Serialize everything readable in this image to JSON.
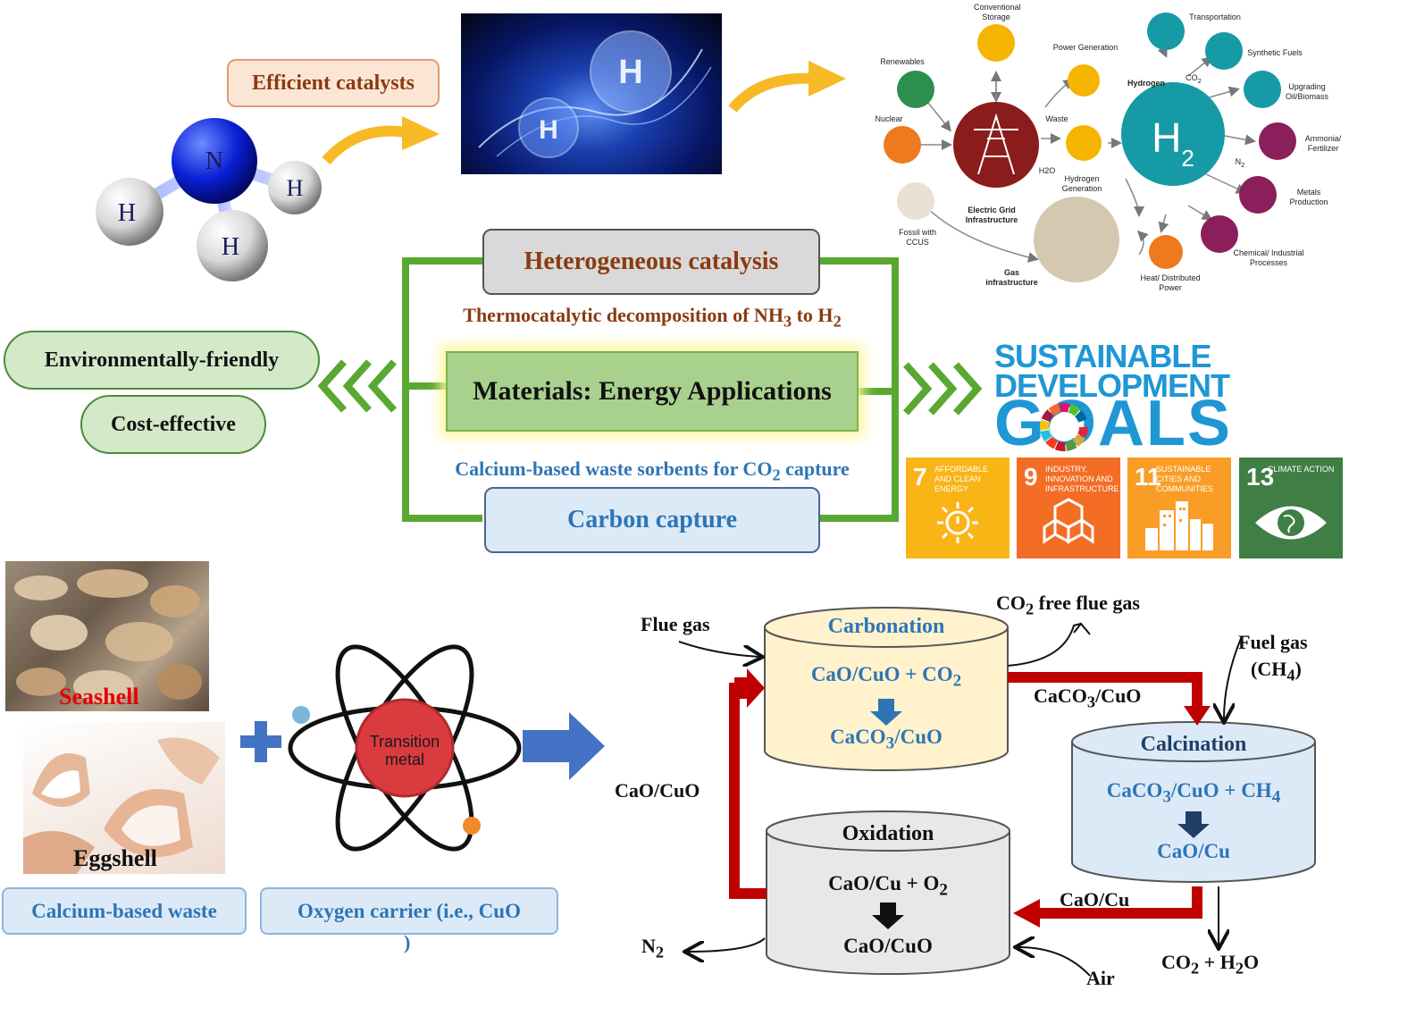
{
  "top": {
    "catalysts_label": "Efficient catalysts",
    "nh3_atoms": {
      "n": "N",
      "h": "H"
    },
    "h2_atom": "H"
  },
  "hydrogen_diagram": {
    "center": "H2",
    "center_main": "H",
    "center_sub": "2",
    "hydrogen_label": "Hydrogen",
    "grid_label": "Electric Grid Infrastructure",
    "gas_label": "Gas infrastructure",
    "nodes": {
      "conventional_storage": "Conventional Storage",
      "renewables": "Renewables",
      "power_generation": "Power Generation",
      "nuclear": "Nuclear",
      "waste": "Waste",
      "hydrogen_generation": "Hydrogen Generation",
      "fossil": "Fossil with CCUS",
      "transportation": "Transportation",
      "synthetic_fuels": "Synthetic Fuels",
      "upgrading": "Upgrading Oil/Biomass",
      "ammonia": "Ammonia/ Fertilizer",
      "metals": "Metals Production",
      "chemical": "Chemical/ Industrial Processes",
      "heat": "Heat/ Distributed Power"
    },
    "edge_labels": {
      "co2_main": "CO",
      "co2_sub": "2",
      "n2_main": "N",
      "n2_sub": "2",
      "h2o": "H2O"
    }
  },
  "center_block": {
    "hetero": "Heterogeneous catalysis",
    "thermo_main": "Thermocatalytic  decomposition of NH",
    "thermo_sub1": "3",
    "thermo_mid": " to H",
    "thermo_sub2": "2",
    "materials": "Materials: Energy Applications",
    "calcium_main": "Calcium-based  waste sorbents for CO",
    "calcium_sub": "2",
    "calcium_end": " capture",
    "carbon_capture": "Carbon capture"
  },
  "left_block": {
    "env": "Environmentally-friendly",
    "cost": "Cost-effective"
  },
  "sdg": {
    "line1": "SUSTAINABLE",
    "line2": "DEVELOPMENT",
    "line3": "GOALS",
    "tiles": [
      {
        "num": "7",
        "text": "AFFORDABLE AND CLEAN ENERGY",
        "color": "#f9b416"
      },
      {
        "num": "9",
        "text": "INDUSTRY, INNOVATION AND INFRASTRUCTURE",
        "color": "#f36d25"
      },
      {
        "num": "11",
        "text": "SUSTAINABLE CITIES AND COMMUNITIES",
        "color": "#f99d26"
      },
      {
        "num": "13",
        "text": "CLIMATE ACTION",
        "color": "#3f7e44"
      }
    ]
  },
  "materials": {
    "seashell": "Seashell",
    "eggshell": "Eggshell",
    "calcium_waste": "Calcium-based waste",
    "oxygen_carrier": "Oxygen  carrier (i.e., CuO",
    "oxygen_carrier_tail": ")",
    "transition_metal": "Transition metal"
  },
  "process": {
    "flue_gas": "Flue gas",
    "co2_free_main": "CO",
    "co2_free_sub": "2",
    "co2_free_end": " free flue gas",
    "fuel_gas": "Fuel gas",
    "fuel_gas_ch4": "(CH",
    "fuel_gas_ch4_sub": "4",
    "fuel_gas_close": ")",
    "carbonation": {
      "title": "Carbonation",
      "line1_main": "CaO/CuO + CO",
      "line1_sub": "2",
      "line2_main": "CaCO",
      "line2_sub": "3",
      "line2_end": "/CuO"
    },
    "calcination": {
      "title": "Calcination",
      "line1_a": "CaCO",
      "line1_a_sub": "3",
      "line1_b": "/CuO + CH",
      "line1_b_sub": "4",
      "line2": "CaO/Cu"
    },
    "oxidation": {
      "title": "Oxidation",
      "line1_main": "CaO/Cu + O",
      "line1_sub": "2",
      "line2": "CaO/CuO"
    },
    "caco3_cuo_main": "CaCO",
    "caco3_cuo_sub": "3",
    "caco3_cuo_end": "/CuO",
    "cao_cuo_left": "CaO/CuO",
    "cao_cu_mid": "CaO/Cu",
    "n2_main": "N",
    "n2_sub": "2",
    "air": "Air",
    "co2_h2o_a": "CO",
    "co2_h2o_a_sub": "2",
    "co2_h2o_b": " + H",
    "co2_h2o_b_sub": "2",
    "co2_h2o_c": "O"
  },
  "colors": {
    "green_frame": "#5aa832",
    "brown_text": "#8b3a10",
    "blue_text": "#2e75b6",
    "red_arrow": "#c00000",
    "arrow_blue": "#4472c4",
    "arrow_yellow": "#f7b926"
  }
}
